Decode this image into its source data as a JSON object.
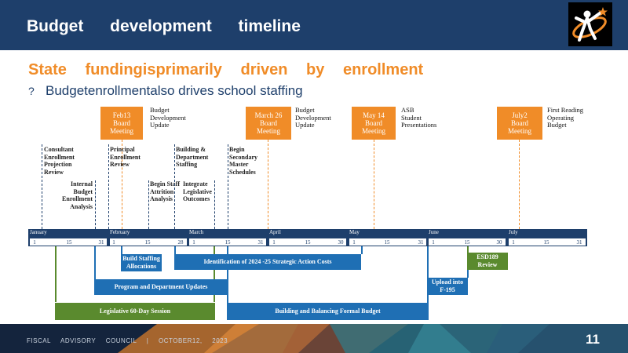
{
  "header": {
    "title": "Budget development timeline"
  },
  "headline": "State fundingisprimarily driven by enrollment",
  "bullet": {
    "marker": "?",
    "text": "Budgetenrollmentalso drives school staffing"
  },
  "meetings": [
    {
      "label": "Feb13\nBoard\nMeeting",
      "desc": "Budget\nDevelopment\nUpdate"
    },
    {
      "label": "March 26\nBoard\nMeeting",
      "desc": "Budget\nDevelopment\nUpdate"
    },
    {
      "label": "May 14\nBoard\nMeeting",
      "desc": "ASB\nStudent\nPresentations"
    },
    {
      "label": "July2\nBoard\nMeeting",
      "desc": "First Reading\nOperating\nBudget"
    }
  ],
  "notes": [
    "Consultant\nEnrollment\nProjection\nReview",
    "Internal\nBudget\nEnrollment\nAnalysis",
    "Principal\nEnrollment\nReview",
    "Begin Staff\nAttrition\nAnalysis",
    "Building &\nDepartment\nStaffing",
    "Integrate\nLegislative\nOutcomes",
    "Begin\nSecondary\nMaster\nSchedules"
  ],
  "timeline": {
    "months": [
      "January",
      "February",
      "March",
      "April",
      "May",
      "June",
      "July"
    ],
    "ticks": [
      "1",
      "15",
      "31",
      "1",
      "15",
      "28",
      "1",
      "15",
      "31",
      "1",
      "15",
      "30",
      "1",
      "15",
      "31",
      "1",
      "15",
      "30",
      "1",
      "15",
      "31"
    ]
  },
  "bars": {
    "build_staffing": "Build Staffing\nAllocations",
    "identification": "Identification of 2024 -25 Strategic Action Costs",
    "program_dept": "Program and Department Updates",
    "legislative": "Legislative 60-Day Session",
    "building_balancing": "Building and Balancing Formal Budget",
    "upload": "Upload into\nF-195",
    "esd": "ESD189\nReview"
  },
  "footer": {
    "text": "FISCAL ADVISORY COUNCIL | OCTOBER12, 2023",
    "page": "11"
  },
  "colors": {
    "navy": "#1e3f6b",
    "orange": "#f08c28",
    "blue": "#1f6fb4",
    "green": "#5a8a2e"
  }
}
